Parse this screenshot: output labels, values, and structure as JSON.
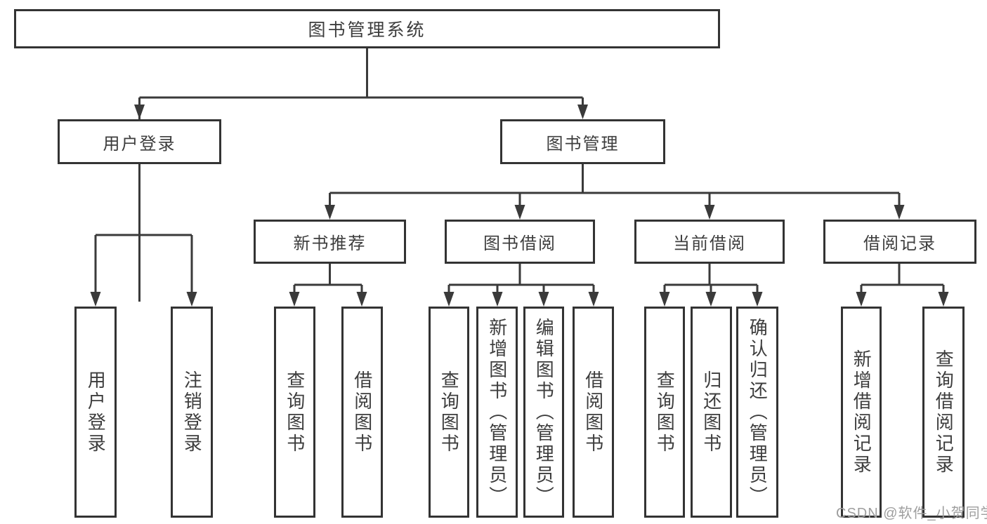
{
  "root": {
    "label": "图书管理系统"
  },
  "level2": [
    {
      "label": "用户登录"
    },
    {
      "label": "图书管理"
    }
  ],
  "level3": [
    {
      "label": "新书推荐",
      "parent": "图书管理"
    },
    {
      "label": "图书借阅",
      "parent": "图书管理"
    },
    {
      "label": "当前借阅",
      "parent": "图书管理"
    },
    {
      "label": "借阅记录",
      "parent": "图书管理"
    }
  ],
  "leaves": [
    {
      "label": "用户登录",
      "parent": "用户登录"
    },
    {
      "label": "注销登录",
      "parent": "用户登录"
    },
    {
      "label": "查询图书",
      "parent": "新书推荐"
    },
    {
      "label": "借阅图书",
      "parent": "新书推荐"
    },
    {
      "label": "查询图书",
      "parent": "图书借阅"
    },
    {
      "label": "新增图书（管理员）",
      "parent": "图书借阅"
    },
    {
      "label": "编辑图书（管理员）",
      "parent": "图书借阅"
    },
    {
      "label": "借阅图书",
      "parent": "图书借阅"
    },
    {
      "label": "查询图书",
      "parent": "当前借阅"
    },
    {
      "label": "归还图书",
      "parent": "当前借阅"
    },
    {
      "label": "确认归还（管理员）",
      "parent": "当前借阅"
    },
    {
      "label": "新增借阅记录",
      "parent": "借阅记录"
    },
    {
      "label": "查询借阅记录",
      "parent": "借阅记录"
    }
  ],
  "watermark": {
    "text": "CSDN @软件_小贺同学",
    "color": "#9e9e9e"
  },
  "colors": {
    "line": "#3a3a3a",
    "border": "#333333",
    "text": "#3d3d3d",
    "background": "#ffffff",
    "watermark": "#9e9e9e"
  }
}
